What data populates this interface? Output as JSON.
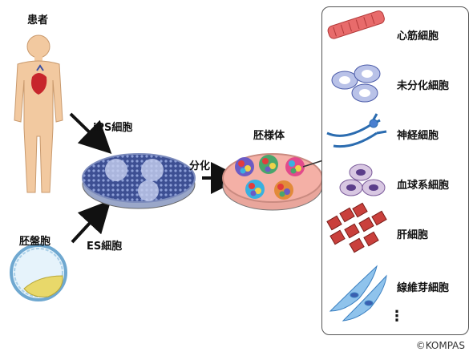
{
  "labels": {
    "patient": "患者",
    "embryo": "胚盤胞",
    "ips": "iPS細胞",
    "es": "ES細胞",
    "differentiation": "分化",
    "embryoid_body": "胚様体"
  },
  "cell_types": [
    {
      "label": "心筋細胞",
      "icon": "cardiomyocyte-icon"
    },
    {
      "label": "未分化細胞",
      "icon": "undifferentiated-cell-icon"
    },
    {
      "label": "神経細胞",
      "icon": "neuron-icon"
    },
    {
      "label": "血球系細胞",
      "icon": "blood-cell-icon"
    },
    {
      "label": "肝細胞",
      "icon": "hepatocyte-icon"
    },
    {
      "label": "線維芽細胞",
      "icon": "fibroblast-icon"
    }
  ],
  "more": "⋮",
  "copyright": "©KOMPAS",
  "colors": {
    "skin": "#f2c9a0",
    "dish_blue": "#5a6fae",
    "dish_pink": "#f4a7a0",
    "arrow": "#111111"
  }
}
